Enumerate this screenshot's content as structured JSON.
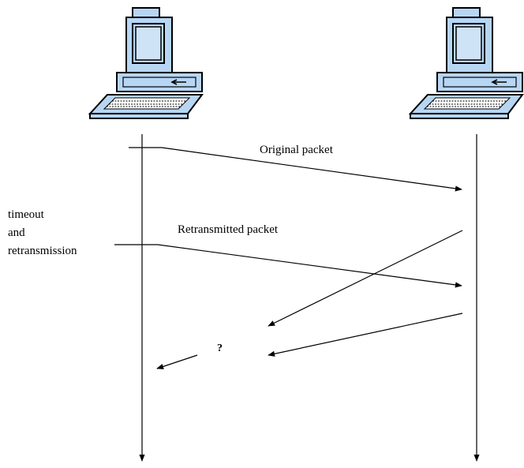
{
  "labels": {
    "original_packet": "Original packet",
    "retransmitted_packet": "Retransmitted packet",
    "unknown_marker": "?",
    "timeout_lines": [
      "timeout",
      "and",
      "retransmission"
    ]
  },
  "colors": {
    "monitor_body": "#b7d6f4",
    "monitor_outline": "#000000",
    "screen": "#b7d6f4",
    "line": "#000000"
  },
  "icons": {
    "sender": "computer-icon",
    "receiver": "computer-icon"
  }
}
